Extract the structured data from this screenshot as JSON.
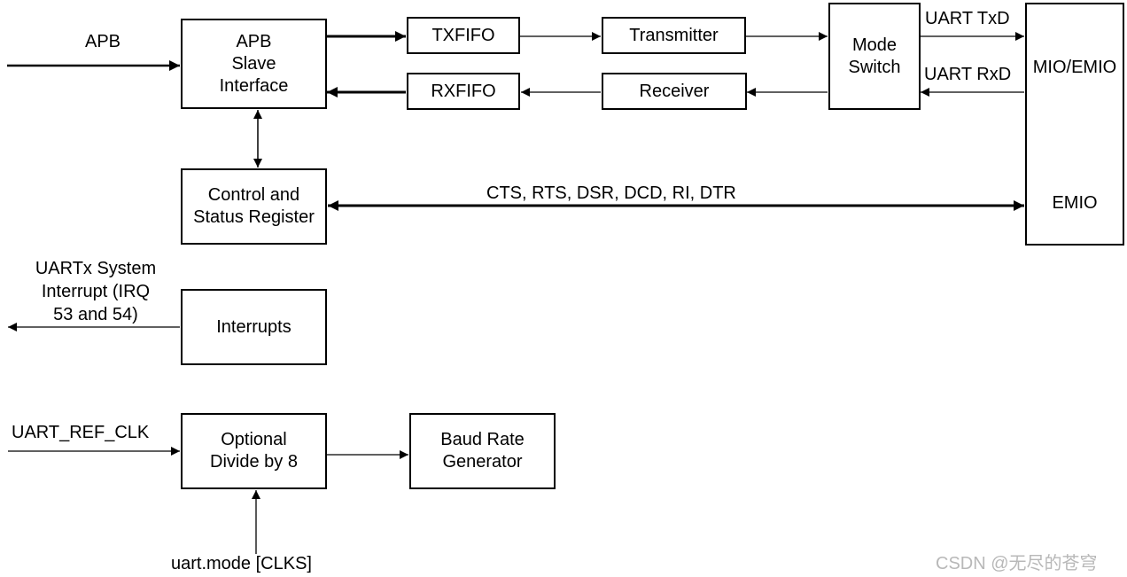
{
  "blocks": {
    "apb_slave": "APB\nSlave\nInterface",
    "txfifo": "TXFIFO",
    "rxfifo": "RXFIFO",
    "transmitter": "Transmitter",
    "receiver": "Receiver",
    "mode_switch": "Mode\nSwitch",
    "mio_emio": "MIO/EMIO",
    "emio": "EMIO",
    "control_status": "Control and\nStatus Register",
    "interrupts": "Interrupts",
    "optional_divide": "Optional\nDivide by 8",
    "baud_rate": "Baud Rate\nGenerator"
  },
  "signals": {
    "apb": "APB",
    "uart_txd": "UART TxD",
    "uart_rxd": "UART RxD",
    "modem_lines": "CTS, RTS, DSR, DCD, RI, DTR",
    "irq": "UARTx System\nInterrupt (IRQ\n53 and 54)",
    "ref_clk": "UART_REF_CLK",
    "mode_clks": "uart.mode [CLKS]"
  },
  "watermark": "CSDN @无尽的苍穹"
}
